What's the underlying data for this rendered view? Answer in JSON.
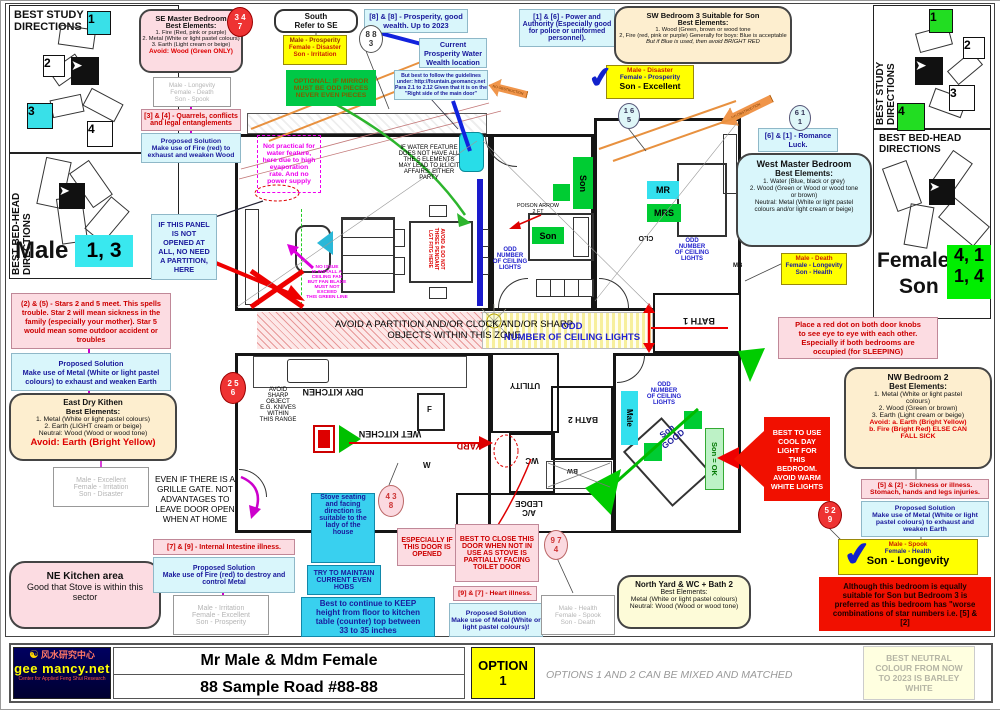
{
  "left_panel": {
    "study_title": "BEST STUDY\nDIRECTIONS",
    "bedhead_title": "BEST BED-HEAD DIRECTIONS",
    "male_label": "Male",
    "male_values": "1, 3",
    "c1": "1",
    "c2": "2",
    "c3": "3",
    "c4": "4"
  },
  "right_panel": {
    "study_title": "BEST STUDY\nDIRECTIONS",
    "bedhead_title": "BEST BED-HEAD\nDIRECTIONS",
    "female_label": "Female",
    "female_values": "4, 1",
    "son_label": "Son",
    "son_values": "1, 4",
    "c1": "1",
    "c2": "2",
    "c3": "3",
    "c4": "4"
  },
  "boxes": {
    "se_master": {
      "title": "SE Master Bedroom",
      "sub": "Best Elements:",
      "body": "1. Fire (Red, pink or purple)\n2. Metal (White or light pastel colours)\n3. Earth (Light cream or beige)",
      "avoid": "Avoid: Wood (Green ONLY)"
    },
    "south_ref": "South\nRefer to SE",
    "quarrels": "[3] & [4] - Quarrels, conflicts\nand legal entanglements",
    "fire_solution": "Proposed Solution\nMake use of Fire (red) to\nexhaust and weaken Wood",
    "panel_note": "IF THIS PANEL\nIS NOT\nOPENED AT\nALL, NO NEED\nA PARTITION,\nHERE",
    "mirror": "OPTIONAL: IF MIRROR MUST BE ODD PIECES NEVER EVEN PIECES",
    "prosperity": "[8] & [8] - Prosperity, good\nwealth. Up to 2023",
    "current_water": "Current\nProsperity Water\nWealth location",
    "guidelines": "But best to follow the guidelines\nunder: http://fountain.geomancy.net\nPara 2.1 to 2.12 Given that it is on the\n\"Right side of the main door\"",
    "power": "[1] & [6] - Power and\nAuthority (Especially good\nfor police or uniformed\npersonnel).",
    "sw_bedroom3": {
      "title": "SW  Bedroom 3 Suitable for Son",
      "sub": "Best Elements:",
      "body": "1.  Wood (Green, brown or wood tone\n2, Fire (red, pink or purple) Generally for boys: Blue is acceptable",
      "note": "But if Blue is used, then avoid BRIGHT RED"
    },
    "romance": "[6] & [1] - Romance\nLuck.",
    "west_master": {
      "title": "West Master Bedroom",
      "sub": "Best Elements:",
      "body": "1. Water (Blue, black or grey)\n2. Wood (Green or Wood or wood tone\nor brown)\nNeutral: Metal (White or light pastel\ncolours and/or light cream or beige)"
    },
    "red_dot": "Place a red dot on both door knobs\nto see eye to eye with each other.\nEspecially if both bedrooms are\noccupied (for SLEEPING)",
    "nw_bedroom2": {
      "title": "NW Bedroom 2",
      "sub": "Best Elements:",
      "body": "1. Metal (White or light pastel\ncolours)\n2. Wood (Green or brown)\n3. Earth (Light cream or beige)",
      "avoid": "Avoid: a. Earth (Bright Yellow)\nb. Fire (Bright Red)  ELSE CAN\nFALL SICK"
    },
    "cool_light": "BEST TO USE\nCOOL DAY\nLIGHT FOR\nTHIS\nBEDROOM.\nAVOID WARM\nWHITE LIGHTS",
    "sickness": "[5] & [2] - Sickness or illness.\nStomach, hands and legs injuries.",
    "metal_solution_nw": "Proposed Solution\nMake use of Metal (White or light\npastel colours) to exhaust and\nweaken Earth",
    "although": "Although this bedroom is equally\nsuitable for Son but Bedroom 3 is\npreferred as this bedroom has \"worse\ncombinations of star numbers i.e. [5] &\n[2]",
    "stars25": "(2) & (5) - Stars 2 and 5 meet. This spells\ntrouble. Star 2 will mean sickness in the\nfamily (especially your mother). Star 5\nwould mean some outdoor accident or\ntroubles",
    "metal_solution_e": "Proposed Solution\nMake use of Metal (White or light pastel\ncolours) to exhaust and weaken Earth",
    "east_kitchen": {
      "title": "East Dry Kithen",
      "sub": "Best Elements:",
      "body": "1. Metal (White or light pastel colours)\n2. Earth (LIGHT cream or beige)\nNeutral: Wood (Wood or wood tone)",
      "avoid": "Avoid: Earth (Bright Yellow)"
    },
    "grille": "EVEN IF THERE IS A\nGRILLE GATE. NOT\nADVANTAGES TO\nLEAVE DOOR OPEN\nWHEN AT HOME",
    "intestine": "[7] & [9] - Internal Intestine illness.",
    "fire_solution_ne": "Proposed Solution\nMake use of Fire (red) to destroy and\ncontrol Metal",
    "ne_kitchen": {
      "title": "NE Kitchen area",
      "body": "Good that Stove is within this\nsector"
    },
    "stove_seat": "Stove seating\nand facing\ndirection is\nsuitable to the\nlady of the\nhouse",
    "even_hobs": "TRY TO MAINTAIN\nCURRENT EVEN\nHOBS",
    "counter": "Best to continue to KEEP\nheight from floor to kitchen\ntable (counter) top between\n33 to 35 inches",
    "door_open": "ESPECIALLY IF\nTHIS DOOR IS\nOPENED",
    "close_door": "BEST TO CLOSE THIS\nDOOR WHEN NOT IN\nUSE AS STOVE IS\nPARTIALLY FACING\nTOILET DOOR",
    "heart": "[9] & [7] - Heart illness.",
    "metal_solution_n": "Proposed Solution\nMake use of Metal (White or\nlight pastel colours)!",
    "north_yard": {
      "title": "North Yard & WC + Bath 2",
      "sub": "Best Elements:",
      "body": "Metal (White or light pastel colours)\nNeutral: Wood (Wood or wood tone)"
    },
    "water_feature_not": "Not practical for\nwater feature,\nhere due to high\nevaporation\nrate. And no\npower supply",
    "illicit": "IF WATER FEATURE\nDOES NOT HAVE ALL\nTHE 5 ELEMENTS\nMAY LEAD TO ILLICIT\nAFFAIRS: EITHER\nPARTY",
    "avoid_zone": "AVOID A PARTITION AND/OR CLOCK AND/OR SHARP\nOBJECTS WITHIN THIS ZONE",
    "avoid_sharp": "AVOID\nSHARP\nOBJECT\nE.G. KNIVES\nWITHIN\nTHIS RANGE",
    "ceiling_fan": "NO ISSUE\nIF INSTALL A\nCEILING FAN\nBUT FAN BLADE\nMUST NOT EXCEED\nTHIS GREEN LINE",
    "pendant": "AVOID & DO NOT\nTHREE PENDANT\nLGT FITG HERE",
    "poison_arrow": "POISON ARROW\n2 FT",
    "odd_lights_small": "ODD\nNUMBER\nOF CEILING\nLIGHTS",
    "odd_lights_big": "ODD\nNUMBER OF CEILING LIGHTS",
    "son_good": "Son\nGOOD",
    "son_ok": "Son = OK",
    "no_obstruction": "NO OBSTRUCTION"
  },
  "triads": {
    "se": {
      "l1": "Male -  Longevity",
      "l2": "Female -  Death",
      "l3": "Son -  Spook"
    },
    "south": {
      "l1": "Male -  Prosperity",
      "l2": "Female -  Disaster",
      "l3": "Son -  Irritation"
    },
    "sw": {
      "l1": "Male -  Disaster",
      "l2": "Female -  Prosperity",
      "l3": "Son -  Excellent"
    },
    "west": {
      "l1": "Male -  Death",
      "l2": "Female -  Longevity",
      "l3": "Son -  Health"
    },
    "nw": {
      "l1": "Male -  Spook",
      "l2": "Female -  Health",
      "l3": "Son -  Longevity"
    },
    "east": {
      "l1": "Male -  Excellent",
      "l2": "Female -  Irritation",
      "l3": "Son -  Disaster"
    },
    "ne": {
      "l1": "Male -  Irritation",
      "l2": "Female -  Excellent",
      "l3": "Son -  Prosperity"
    },
    "north": {
      "l1": "Male -  Health",
      "l2": "Female -  Spook",
      "l3": "Son -  Death"
    }
  },
  "star_circles": {
    "c347": "3 4\n7",
    "c883": "8 8\n3",
    "c165": "1 6\n5",
    "c611": "6 1\n1",
    "c529": "5 2\n9",
    "c256": "2 5\n6",
    "c438": "4 3\n8",
    "c974": "9 7\n4"
  },
  "floor": {
    "dry_kitchen": "DRY KITCHEN",
    "wet_kitchen": "WET KITCHEN",
    "yard": "YARD",
    "utility": "UTILITY",
    "wc": "WC",
    "bath1": "BATH 1",
    "bath2": "BATH 2",
    "ac_ledge": "A/C\nLEDGE",
    "clo": "CLO",
    "f": "F",
    "w": "W",
    "bw": "BW",
    "mb": "MB",
    "mr": "MR",
    "mrs": "MRS",
    "son": "Son",
    "male": "Male"
  },
  "bottom": {
    "logo_cn": "风水研究中心",
    "logo_name": "gee mancy.net",
    "logo_sub": "Center for Applied Feng Shui Research",
    "title_line1": "Mr Male & Mdm Female",
    "title_line2": "88 Sample Road #88-88",
    "option_label": "OPTION",
    "option_value": "1",
    "note": "OPTIONS 1 AND 2 CAN BE MIXED AND MATCHED",
    "neutral": "BEST NEUTRAL\nCOLOUR FROM NOW\nTO 2023 IS BARLEY\nWHITE"
  },
  "colors": {
    "accent_blue": "#1a1acc",
    "annotation_red": "#cc0000",
    "highlight_green": "#00e000",
    "highlight_cyan": "#66e8f0",
    "band_yellow": "#f7ef9c"
  }
}
